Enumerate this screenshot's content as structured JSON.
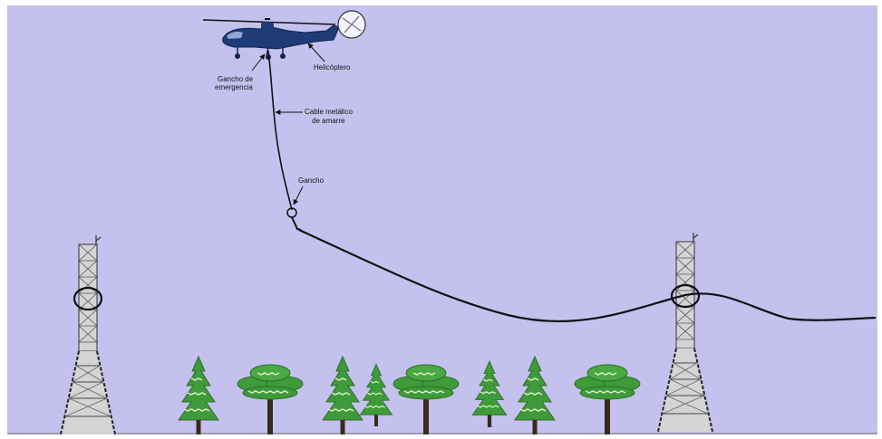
{
  "labels": {
    "helicopter": "Helicóptero",
    "emergency_hook_line1": "Gancho de",
    "emergency_hook_line2": "emergencia",
    "cable_line1": "Cable metálico",
    "cable_line2": "de amarre",
    "hook": "Gancho"
  },
  "colors": {
    "sky": "#c5c1ee",
    "helicopter": "#1f3b78",
    "cable": "#111111",
    "tower_fill": "#d4d4d4",
    "tower_outline": "#222222",
    "tree_green": "#3f9a3a",
    "tree_light": "#c7e6b8",
    "trunk": "#3a2a18"
  },
  "icons": [
    "helicopter-icon",
    "tower-icon",
    "pine-tree-icon",
    "broadleaf-tree-icon"
  ]
}
